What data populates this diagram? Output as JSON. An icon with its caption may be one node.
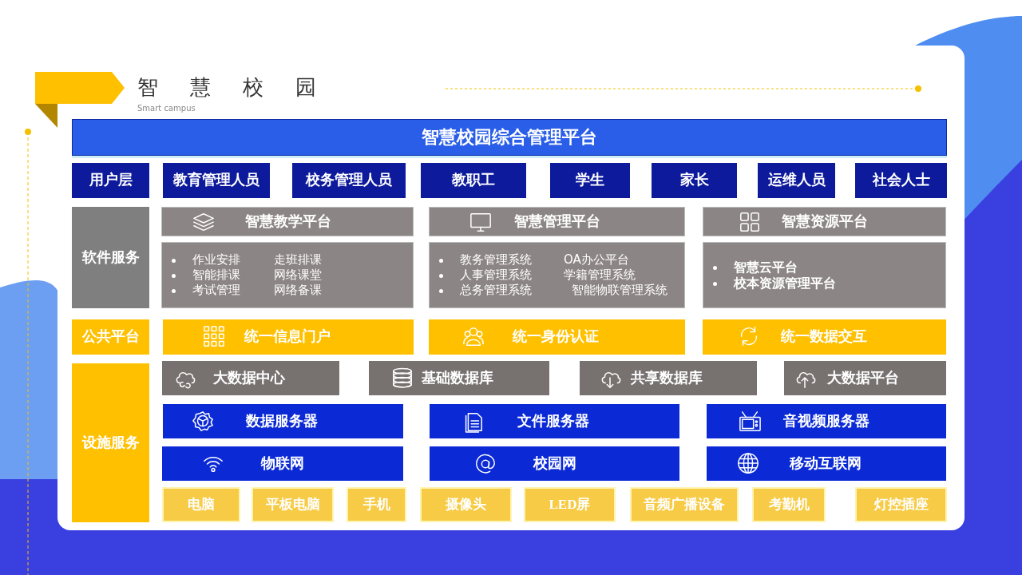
{
  "diagram": {
    "title": "智慧校园",
    "nodes": [
      {
        "text": [
          "智慧校园综合管理平台"
        ]
      },
      {
        "text": [
          "用户层"
        ]
      },
      {
        "text": [
          "教育管理人员"
        ]
      },
      {
        "text": [
          "校务管理人员"
        ]
      },
      {
        "text": [
          "教职工"
        ]
      },
      {
        "text": [
          "学生"
        ]
      },
      {
        "text": [
          "家长"
        ]
      },
      {
        "text": [
          "运维人员"
        ]
      },
      {
        "text": [
          "社会人士"
        ]
      },
      {
        "text": [
          "软件服务"
        ]
      },
      {
        "text": [
          "智慧教学平台"
        ]
      },
      {
        "text": [
          "作业安排",
          "走班排课",
          "智能排课",
          "网络课堂",
          "考试管理",
          "网络备课"
        ]
      },
      {
        "text": [
          "智慧管理平台"
        ]
      },
      {
        "text": [
          "教务管理系统",
          "OA办公平台",
          "人事管理系统",
          "学籍管理系统",
          "总务管理系统",
          "智能物联管理系统"
        ]
      },
      {
        "text": [
          "智慧资源平台"
        ]
      },
      {
        "text": [
          "智慧云平台",
          "校本资源管理平台"
        ]
      },
      {
        "text": [
          "公共平台"
        ]
      },
      {
        "text": [
          "统一信息门户"
        ]
      },
      {
        "text": [
          "统一身份认证"
        ]
      },
      {
        "text": [
          "统一数据交互"
        ]
      },
      {
        "text": [
          "设施服务"
        ]
      },
      {
        "text": [
          "大数据中心"
        ]
      },
      {
        "text": [
          "基础数据库"
        ]
      },
      {
        "text": [
          "共享数据库"
        ]
      },
      {
        "text": [
          "大数据平台"
        ]
      },
      {
        "text": [
          "数据服务器"
        ]
      },
      {
        "text": [
          "文件服务器"
        ]
      },
      {
        "text": [
          "音视频服务器"
        ]
      },
      {
        "text": [
          "物联网"
        ]
      },
      {
        "text": [
          "校园网"
        ]
      },
      {
        "text": [
          "移动互联网"
        ]
      },
      {
        "text": [
          "电脑"
        ]
      },
      {
        "text": [
          "平板电脑"
        ]
      },
      {
        "text": [
          "手机"
        ]
      },
      {
        "text": [
          "摄像头"
        ]
      },
      {
        "text": [
          "LED屏"
        ]
      },
      {
        "text": [
          "音频广播设备"
        ]
      },
      {
        "text": [
          "考勤机"
        ]
      },
      {
        "text": [
          "灯控插座"
        ]
      }
    ],
    "labels": [
      "Smart campus"
    ]
  }
}
